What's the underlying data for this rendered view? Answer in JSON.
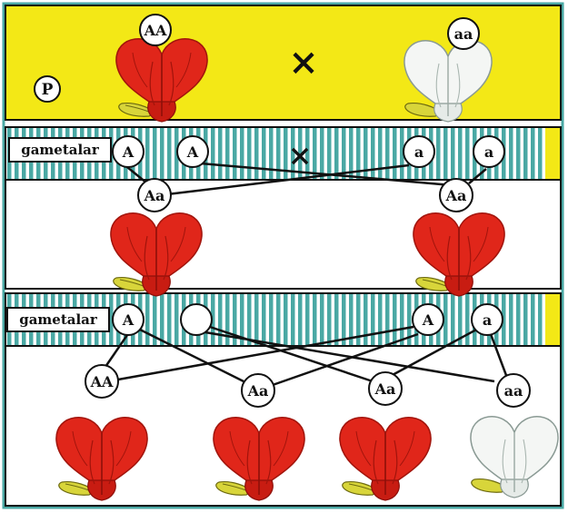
{
  "parents": {
    "generation_label": "P",
    "dominant_genotype": "AA",
    "recessive_genotype": "aa",
    "cross_symbol": "×"
  },
  "gametes_1": {
    "label": "gametalar",
    "left": [
      "A",
      "A"
    ],
    "right": [
      "a",
      "a"
    ],
    "cross_symbol": "×"
  },
  "f1": {
    "genotypes": [
      "Aa",
      "Aa"
    ]
  },
  "gametes_2": {
    "label": "gametalar",
    "alleles": [
      "A",
      "",
      "A",
      "a"
    ]
  },
  "f2": {
    "genotypes": [
      "AA",
      "Aa",
      "Aa",
      "aa"
    ]
  },
  "colors": {
    "band_yellow": "#f3e816",
    "stripe_teal": "#4aa8a4",
    "flower_red": "#e0261a",
    "flower_dark": "#a1140c",
    "flower_white": "#f4f6f4",
    "stem_yellow": "#d8d53a",
    "outline": "#111111"
  }
}
